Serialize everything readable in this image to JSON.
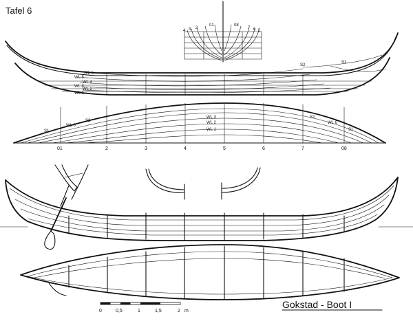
{
  "plate_title": "Tafel 6",
  "caption": "Gokstad - Boot  I",
  "body_plan": {
    "left_stations": [
      "4",
      "3",
      "2",
      "01"
    ],
    "right_stations": [
      "08",
      "7",
      "6",
      "5"
    ]
  },
  "profile": {
    "waterlines": [
      "WL 6",
      "WL 5",
      "WL 4",
      "WL 3",
      "WL 2",
      "WL 1"
    ],
    "sheer_labels": [
      "S2",
      "S1"
    ]
  },
  "half_breadth": {
    "waterlines_center": [
      "WL 3",
      "WL 2",
      "WL 1"
    ],
    "left_labels": [
      "S1",
      "WL 6",
      "S2"
    ],
    "right_labels": [
      "S2",
      "WL 6",
      "S1"
    ],
    "stations": [
      "01",
      "2",
      "3",
      "4",
      "5",
      "6",
      "7",
      "08"
    ]
  },
  "scale_bar": {
    "ticks": [
      "0",
      "0,5",
      "1",
      "1,5",
      "2"
    ],
    "unit": "m"
  }
}
